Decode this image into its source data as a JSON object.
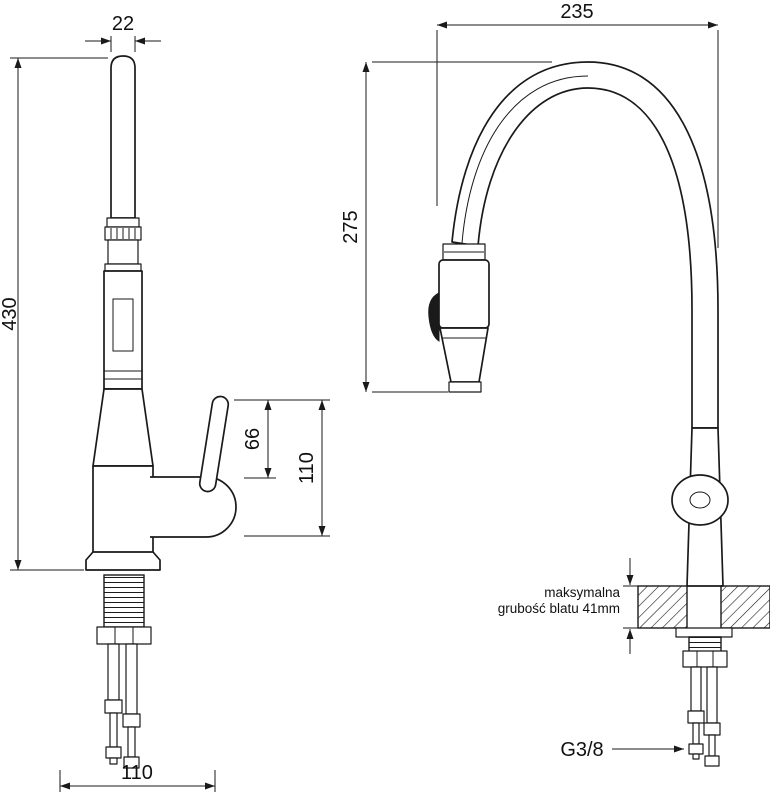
{
  "drawing": {
    "background": "#ffffff",
    "line_color": "#1a1a1a",
    "left_view": {
      "spout_diameter_mm": "22",
      "total_height_mm": "430",
      "handle_height_mm": "66",
      "body_height_mm": "110",
      "base_width_mm": "110"
    },
    "right_view": {
      "spout_reach_mm": "235",
      "spout_height_mm": "275",
      "counter_note_line1": "maksymalna",
      "counter_note_line2": "grubość blatu 41mm",
      "thread_size": "G3/8"
    }
  }
}
